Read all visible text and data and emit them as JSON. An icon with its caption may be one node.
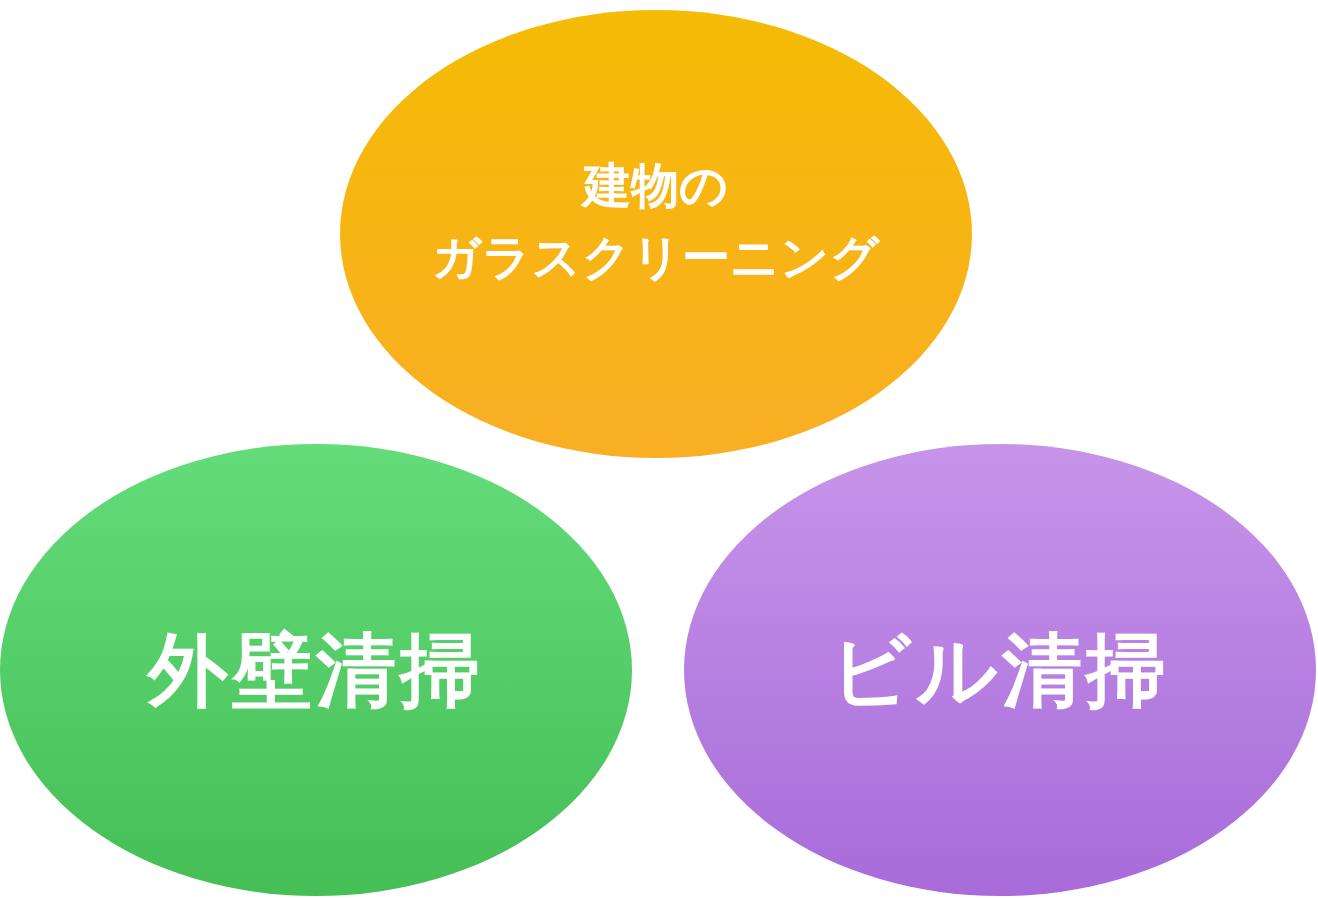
{
  "diagram": {
    "nodes": [
      {
        "text": [
          "建物のガラスクリーニング"
        ]
      },
      {
        "text": [
          "外壁清掃"
        ]
      },
      {
        "text": [
          "ビル清掃"
        ]
      }
    ]
  }
}
